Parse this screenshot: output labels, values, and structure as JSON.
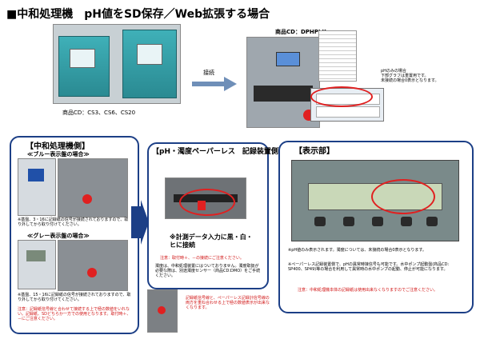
{
  "title": "■中和処理機　pH値をSD保存／Web拡張する場合",
  "top": {
    "machines_caption": "商品CD：CS3、CS6、CS20",
    "arrow_label": "接続",
    "recorder_caption": "商品CD：DPHPLK",
    "callout": "pHのみの場合\n下部グラフは重置用です。\n未接続の場合0表示となります。"
  },
  "left": {
    "title": "【中和処理機側】",
    "sub1": "≪ブルー表示盤の場合≫",
    "note1": "※基盤、3・16に記録紙の信号が接続されておりますので、取り外してから取り付けてください。",
    "sub2": "≪グレー表示盤の場合≫",
    "note2": "※基盤、15・16に記録紙の信号が接続されておりますので、取り外してから取り付けてください。",
    "note3": "注意：記録紙信号線と合わせて接続する上で極の数値をいれない。記録紙、SDどちらか一方での使用となります。取付時＋、－にご注意ください。"
  },
  "middle": {
    "title": "【pH・濁度ペーパーレス　記録装置側】",
    "input_label": "※計測データ入力に黒・白・ヒに接続",
    "note_red": "注意：取付時＋、－の接続にご注意ください。",
    "note": "濁度は、中和処理装置にはついておりません。濁度取扱が必要な際は、別途濁度センサー（商品CD:DMO）をご手続ください。",
    "bottom_note": "記録紙信号線と、ペーパーレス記録計信号線の両方を重ね合わせる上で極の数値表示が出来なくなります。"
  },
  "right": {
    "title": "【表示部】",
    "note1": "※pH値のみ表示されます。濁度については、未接続の場合0表示となります。",
    "note2": "※ペーパーレス記録装置側で、pHの異常時接信号も可能です。水中ポンプ起動盤(商品CD: SP400、SP49)等の場合を利用して異常時の水中ポンプの起動、停止が可能になります。",
    "note_red": "注意：中和処理機本体の記録紙は使用出来なくなりますのでご注意ください。"
  }
}
